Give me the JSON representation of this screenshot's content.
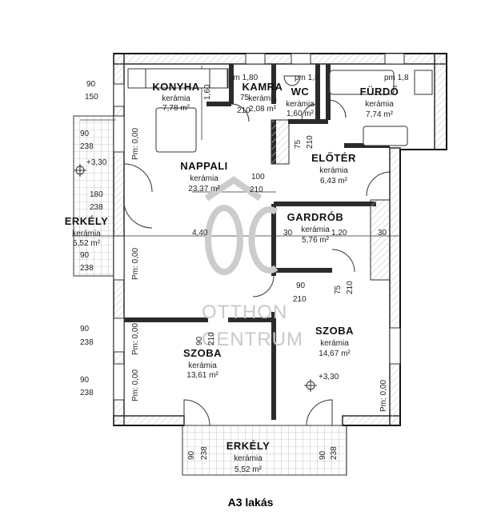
{
  "caption": "A3 lakás",
  "watermark": {
    "line1": "OTTHON",
    "line2": "CENTRUM"
  },
  "colors": {
    "wall": "#2b2b2b",
    "hatch": "#c8c8c8",
    "line": "#333333",
    "watermark": "#cccccc"
  },
  "rooms": {
    "konyha": {
      "name": "KONYHA",
      "material": "kerámia",
      "area": "7,78 m²"
    },
    "kamra": {
      "name": "KAMRA",
      "material": "kerámia",
      "area": "2,08 m²"
    },
    "wc": {
      "name": "WC",
      "material": "kerámia",
      "area": "1,60 m²"
    },
    "furdo": {
      "name": "FÜRDŐ",
      "material": "kerámia",
      "area": "7,74 m²"
    },
    "nappali": {
      "name": "NAPPALI",
      "material": "kerámia",
      "area": "23,37 m²"
    },
    "eloter": {
      "name": "ELŐTÉR",
      "material": "kerámia",
      "area": "6,43 m²"
    },
    "gardrob": {
      "name": "GARDRÓB",
      "material": "kerámia",
      "area": "5,76 m²"
    },
    "erkely_w": {
      "name": "ERKÉLY",
      "material": "kerámia",
      "area": "5,52 m²"
    },
    "szoba_e": {
      "name": "SZOBA",
      "material": "kerámia",
      "area": "14,67 m²"
    },
    "szoba_s": {
      "name": "SZOBA",
      "material": "kerámia",
      "area": "13,61 m²"
    },
    "erkely_s": {
      "name": "ERKÉLY",
      "material": "kerámia",
      "area": "5,52 m²"
    }
  },
  "dims": {
    "d90_150": "90",
    "d150": "150",
    "pm180_a": "pm 1,80",
    "pm180_b": "pm 1,8",
    "pm180_c": "pm 1,8",
    "k160": "1,60",
    "k75": "75",
    "k210": "210",
    "d90_238a": "90",
    "d238a": "238",
    "elev330a": "+3,30",
    "d180": "180",
    "d238b": "238",
    "d100": "100",
    "d210a": "210",
    "d30a": "30",
    "d120": "1,20",
    "d30b": "30",
    "d440": "4,40",
    "d90_238c": "90",
    "d238c": "238",
    "g75": "75",
    "g210": "210",
    "d90b": "90",
    "d210b": "210",
    "d90_238d": "90",
    "d238d": "238",
    "d90_238e": "90",
    "d238e": "238",
    "pm000": "Pm: 0,00",
    "elev330b": "+3,30",
    "wc75": "75",
    "wc210": "210",
    "e90": "90",
    "e238": "238"
  }
}
